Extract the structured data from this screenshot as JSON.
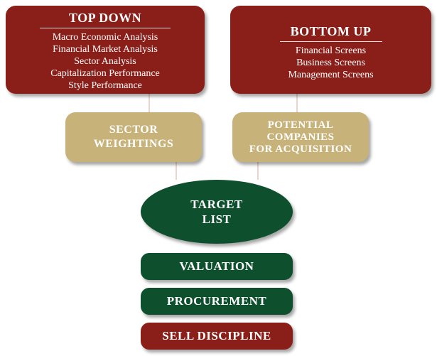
{
  "top_down": {
    "title": "TOP DOWN",
    "items": [
      "Macro Economic Analysis",
      "Financial Market Analysis",
      "Sector Analysis",
      "Capitalization Performance",
      "Style Performance"
    ]
  },
  "bottom_up": {
    "title": "BOTTOM UP",
    "items": [
      "Financial Screens",
      "Business Screens",
      "Management Screens"
    ]
  },
  "sector_weightings": {
    "line1": "SECTOR",
    "line2": "WEIGHTINGS"
  },
  "potential_companies": {
    "line1": "POTENTIAL",
    "line2": "COMPANIES",
    "line3": "FOR ACQUISITION"
  },
  "target_list": {
    "line1": "TARGET",
    "line2": "LIST"
  },
  "valuation": {
    "label": "VALUATION"
  },
  "procurement": {
    "label": "PROCUREMENT"
  },
  "sell_discipline": {
    "label": "SELL DISCIPLINE"
  },
  "colors": {
    "dark_red": "#8a1f1a",
    "gold": "#c7b27a",
    "dark_green": "#0e4f2e",
    "connector": "#e0b7ad"
  }
}
